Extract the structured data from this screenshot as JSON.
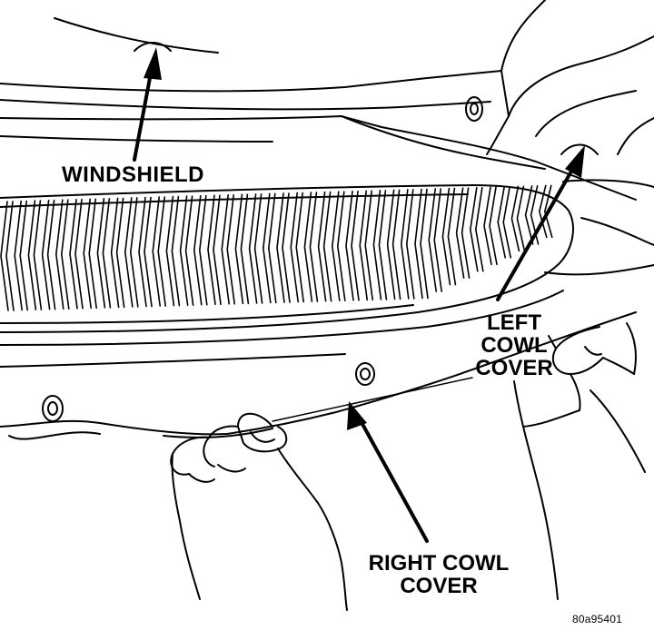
{
  "labels": {
    "windshield": "WINDSHIELD",
    "left_cowl_cover": [
      "LEFT",
      "COWL",
      "COVER"
    ],
    "right_cowl_cover": [
      "RIGHT COWL",
      "COVER"
    ],
    "figure_id": "80a95401"
  }
}
